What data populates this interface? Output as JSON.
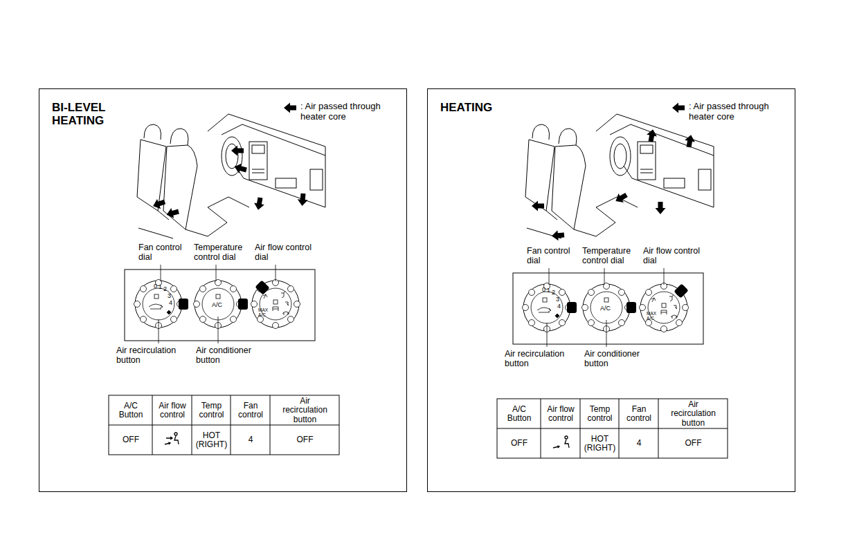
{
  "diagram": {
    "nodes": [
      {
        "text": [
          "BI-LEVEL HEATING"
        ]
      },
      {
        "text": [
          "0",
          "1",
          "2",
          "3",
          "4"
        ],
        "in": 0
      },
      {
        "text": [
          "A/C"
        ],
        "in": 0
      },
      {
        "text": [
          "MAX A/C"
        ],
        "in": 0
      },
      {
        "text": [
          "HEATING"
        ]
      },
      {
        "text": [
          "0",
          "1",
          "2",
          "3",
          "4"
        ],
        "in": 4
      },
      {
        "text": [
          "A/C"
        ],
        "in": 4
      },
      {
        "text": [
          "MAX A/C"
        ],
        "in": 4
      }
    ],
    "labels": [
      "Fan control dial",
      "Temperature control dial",
      "Air flow control dial",
      "Air recirculation button",
      "Air conditioner button",
      "A/C Button",
      "Air flow control",
      "Temp control",
      "Fan control",
      "Air recirculation button",
      "OFF",
      "HOT (RIGHT)",
      "4",
      "OFF",
      "Fan control dial",
      "Temperature control dial",
      "Air flow control dial",
      "Air recirculation button",
      "Air conditioner button",
      "A/C Button",
      "Air flow control",
      "Temp control",
      "Fan control",
      "Air recirculation button",
      "OFF",
      "HOT (RIGHT)",
      "4",
      "OFF"
    ],
    "legend": [
      {
        "text": ": Air passed through heater core"
      },
      {
        "text": ": Air passed through heater core"
      }
    ]
  }
}
